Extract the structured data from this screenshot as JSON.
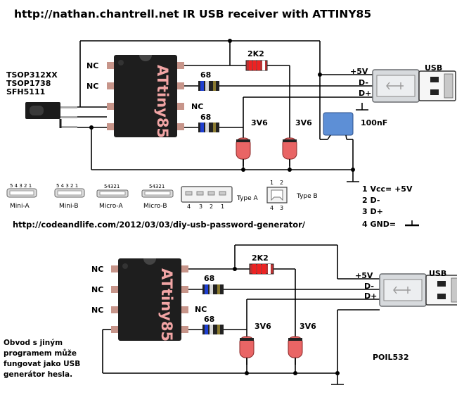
{
  "title": "http://nathan.chantrell.net  IR USB receiver with ATTINY85",
  "ir_sensor": [
    "TSOP312XX",
    "TSOP1738",
    "SFH5111"
  ],
  "chip_label": "ATtiny85",
  "nc": "NC",
  "resistor_2k2": "2K2",
  "resistor_68": "68",
  "zener": "3V6",
  "capacitor": "100nF",
  "usb": "USB",
  "plus5v": "+5V",
  "dminus": "D-",
  "dplus": "D+",
  "pinout": [
    "1 Vcc= +5V",
    "2 D-",
    "3 D+",
    "4 GND="
  ],
  "connectors": [
    "Mini-A",
    "Mini-B",
    "Micro-A",
    "Micro-B",
    "Type A",
    "Type B"
  ],
  "connector_pins": {
    "mini": "5 4 3 2 1",
    "micro": "54321",
    "typeA": [
      "4",
      "3",
      "2",
      "1"
    ],
    "typeB": [
      "1",
      "2",
      "4",
      "3"
    ]
  },
  "link": "http://codeandlife.com/2012/03/03/diy-usb-password-generator/",
  "note": [
    "Obvod s jiným",
    "programem může",
    "fungovat jako USB",
    "generátor hesla."
  ],
  "credit": "POIL532"
}
